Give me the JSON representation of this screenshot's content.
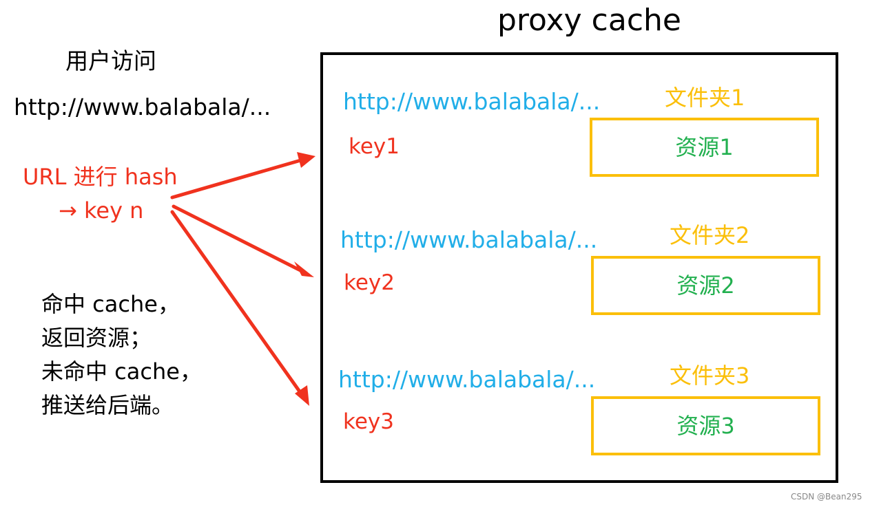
{
  "colors": {
    "url": "#21aee8",
    "key": "#f0321e",
    "folder": "#fbbf0a",
    "resource": "#22b04f",
    "hash": "#f0321e",
    "arrow": "#f0321e"
  },
  "title": "proxy cache",
  "user": {
    "label": "用户访问",
    "url": "http://www.balabala/..."
  },
  "hash": {
    "line1": "URL 进行 hash",
    "line2": "→ key n"
  },
  "rule": {
    "lines": [
      "命中 cache，",
      "返回资源；",
      "未命中 cache，",
      "推送给后端。"
    ]
  },
  "entries": [
    {
      "url": "http://www.balabala/...",
      "key": "key1",
      "folder": "文件夹1",
      "resource": "资源1"
    },
    {
      "url": "http://www.balabala/...",
      "key": "key2",
      "folder": "文件夹2",
      "resource": "资源2"
    },
    {
      "url": "http://www.balabala/...",
      "key": "key3",
      "folder": "文件夹3",
      "resource": "资源3"
    }
  ],
  "footer": "CSDN @Bean295"
}
